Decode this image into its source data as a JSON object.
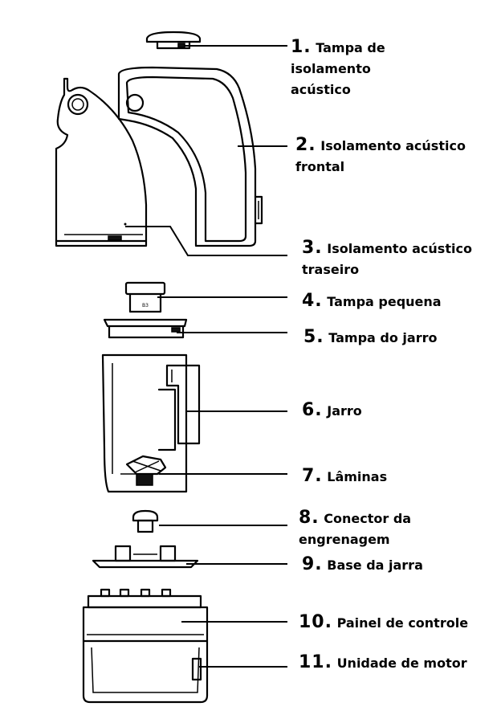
{
  "parts": [
    {
      "number": "1.",
      "text": "Tampa de isolamento acústico"
    },
    {
      "number": "2.",
      "text": "Isolamento acústico frontal"
    },
    {
      "number": "3.",
      "text": "Isolamento acústico traseiro"
    },
    {
      "number": "4.",
      "text": "Tampa pequena"
    },
    {
      "number": "5.",
      "text": "Tampa do jarro"
    },
    {
      "number": "6.",
      "text": "Jarro"
    },
    {
      "number": "7.",
      "text": "Lâminas"
    },
    {
      "number": "8.",
      "text": "Conector da engrenagem"
    },
    {
      "number": "9.",
      "text": "Base da jarra"
    },
    {
      "number": "10.",
      "text": "Painel de controle"
    },
    {
      "number": "11.",
      "text": "Unidade de motor"
    }
  ],
  "cap_marking": "B3"
}
